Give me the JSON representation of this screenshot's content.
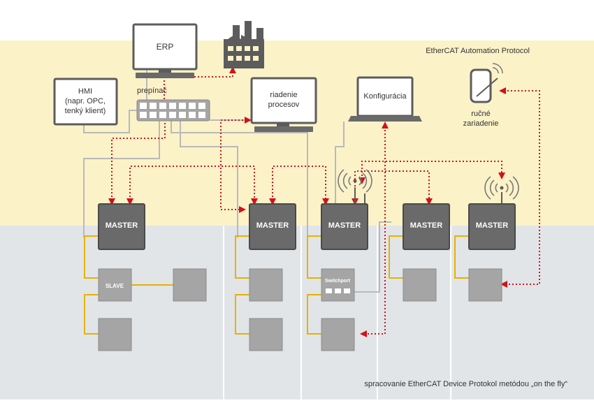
{
  "zones": {
    "top_label": "EtherCAT Automation Protocol",
    "bottom_label": "spracovanie EtherCAT Device Protokol metódou „on the fly“"
  },
  "devices": {
    "erp": "ERP",
    "hmi": [
      "HMI",
      "(napr. OPC,",
      "tenký klient)"
    ],
    "switch": "prepínač",
    "process": [
      "riadenie",
      "procesov"
    ],
    "config": "Konfigurácia",
    "handheld": [
      "ručné",
      "zariadenie"
    ]
  },
  "masters": [
    "MASTER",
    "MASTER",
    "MASTER",
    "MASTER",
    "MASTER"
  ],
  "slave_label": "SLAVE",
  "switchport_label": "Switchport",
  "colors": {
    "band_top": "#fbf2c8",
    "band_bottom": "#e1e5e8",
    "master_fill": "#6a6a6a",
    "master_border": "#4a4a4a",
    "slave_fill": "#a5a5a5",
    "device_stroke": "#5c5c5c",
    "ethernet_line": "#b9b9b9",
    "ethercat_line": "#e8b100",
    "dotted_line": "#d2111b"
  }
}
